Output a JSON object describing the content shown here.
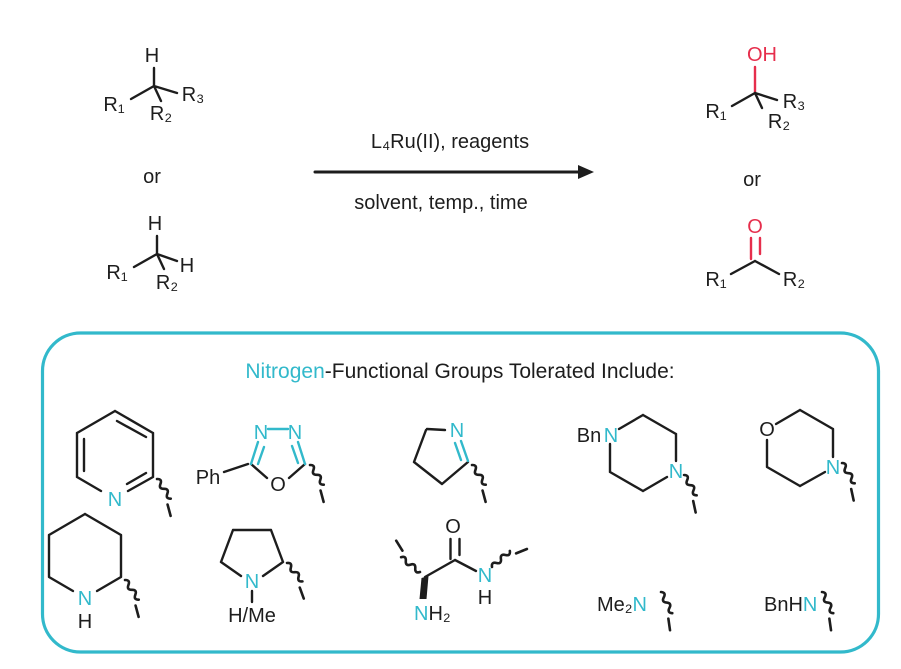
{
  "colors": {
    "accent_cyan": "#32b9cb",
    "accent_red": "#e62e4c",
    "ink": "#1d1d1d",
    "background": "#ffffff"
  },
  "scheme": {
    "tertiary_substrate": {
      "h": "H",
      "r1": "R₁",
      "r2": "R₂",
      "r3": "R₃"
    },
    "or_left": "or",
    "secondary_substrate": {
      "h_top": "H",
      "r1": "R₁",
      "h_side": "H",
      "r2": "R₂"
    },
    "conditions": {
      "above": "L₄Ru(II), reagents",
      "below": "solvent, temp., time"
    },
    "alcohol_product": {
      "oh": "OH",
      "r1": "R₁",
      "r2": "R₂",
      "r3": "R₃"
    },
    "or_right": "or",
    "ketone_product": {
      "o": "O",
      "r1": "R₁",
      "r2": "R₂"
    }
  },
  "tolerance_box": {
    "title_accent": "Nitrogen",
    "title_rest": "-Functional Groups Tolerated Include:",
    "pyridine": {
      "n": "N"
    },
    "oxadiazole": {
      "ph": "Ph",
      "n_left": "N",
      "n_right": "N",
      "o": "O"
    },
    "pyrroline": {
      "n": "N"
    },
    "benzyl_piperazine": {
      "bn": "Bn",
      "n_top": "N",
      "n_bottom": "N"
    },
    "morpholine": {
      "o": "O",
      "n": "N"
    },
    "piperidine": {
      "n": "N",
      "h": "H"
    },
    "pyrrolidine": {
      "n": "N",
      "substituent": "H/Me"
    },
    "amino_amide": {
      "o": "O",
      "n_amine": "N",
      "h2": "H₂",
      "n_amide": "N",
      "h": "H"
    },
    "dimethylamino": {
      "prefix": "Me₂",
      "n": "N"
    },
    "benzylamino": {
      "prefix": "BnH",
      "n": "N"
    }
  }
}
